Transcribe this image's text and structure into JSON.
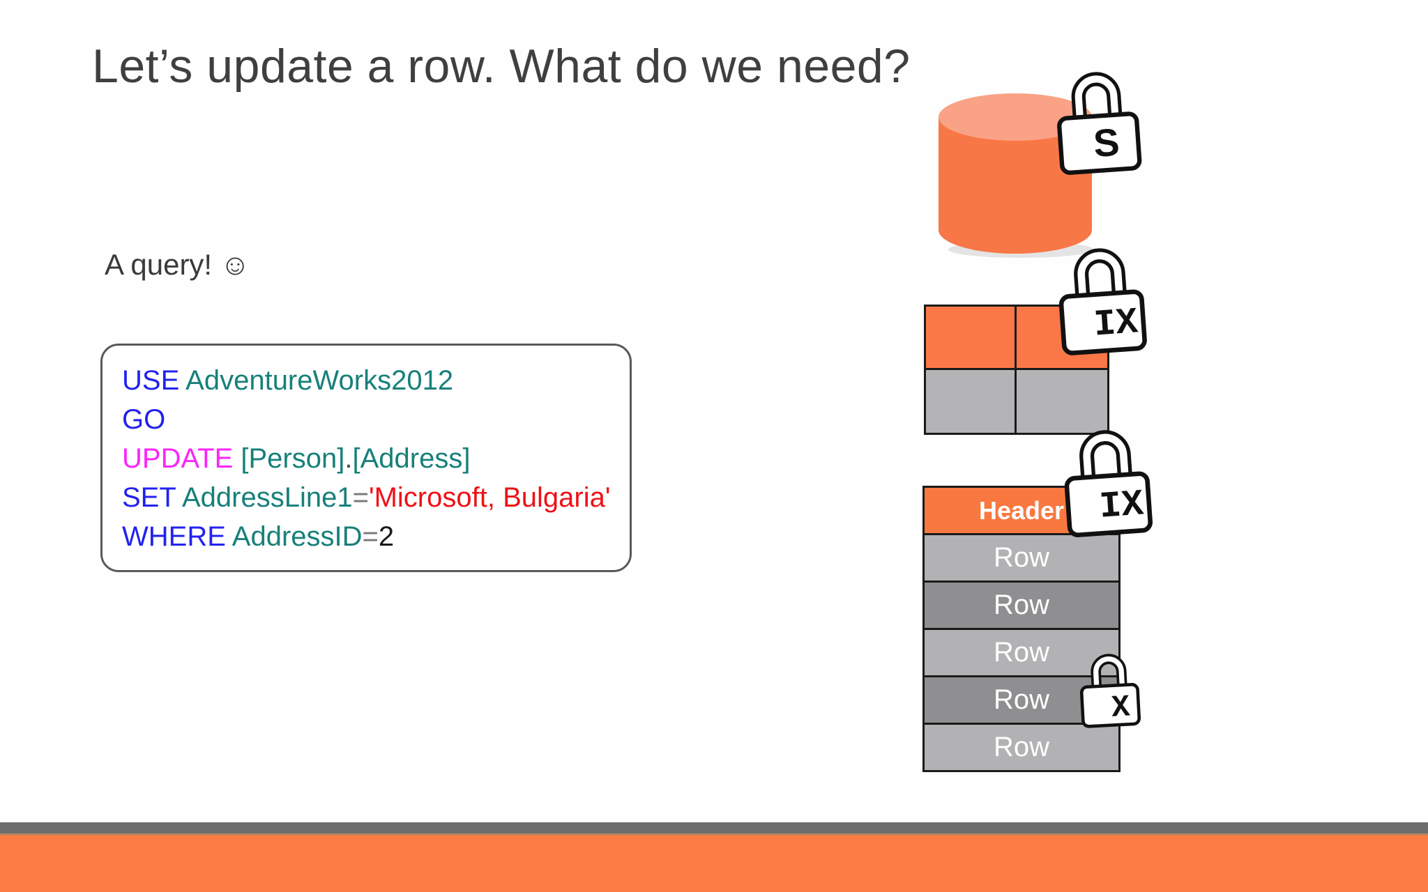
{
  "slide": {
    "title": "Let’s update a row. What do we need?",
    "query_label": "A query! ☺"
  },
  "code": {
    "lines": [
      [
        {
          "text": "USE ",
          "color": "keyword"
        },
        {
          "text": "AdventureWorks2012",
          "color": "identifier"
        }
      ],
      [
        {
          "text": "GO",
          "color": "keyword"
        }
      ],
      [
        {
          "text": "UPDATE ",
          "color": "update"
        },
        {
          "text": "[Person]",
          "color": "identifier"
        },
        {
          "text": ".",
          "color": "plain"
        },
        {
          "text": "[Address]",
          "color": "identifier"
        }
      ],
      [
        {
          "text": "SET ",
          "color": "keyword"
        },
        {
          "text": "AddressLine1",
          "color": "identifier"
        },
        {
          "text": "=",
          "color": "operator"
        },
        {
          "text": "'Microsoft, Bulgaria'",
          "color": "string"
        }
      ],
      [
        {
          "text": "WHERE ",
          "color": "keyword"
        },
        {
          "text": "AddressID",
          "color": "identifier"
        },
        {
          "text": "=",
          "color": "operator"
        },
        {
          "text": "2",
          "color": "number"
        }
      ]
    ],
    "colors": {
      "keyword": "#2222ef",
      "identifier": "#17807a",
      "update": "#fb24fb",
      "string": "#ef1016",
      "operator": "#77777a",
      "number": "#1a1a1a",
      "plain": "#4d4d4d"
    }
  },
  "locks": [
    {
      "label": "S",
      "meaning": "shared-lock-on-database"
    },
    {
      "label": "IX",
      "meaning": "intent-exclusive-lock-on-table"
    },
    {
      "label": "IX",
      "meaning": "intent-exclusive-lock-on-page"
    },
    {
      "label": "X",
      "meaning": "exclusive-lock-on-row"
    }
  ],
  "database_cylinder": {
    "body_color": "#f87746",
    "top_color": "#f9a285"
  },
  "table_grid": {
    "rows": 2,
    "cols": 2,
    "top_row_color": "#fa7847",
    "bottom_row_color": "#b4b4b6"
  },
  "page_table": {
    "header": {
      "label": "Header",
      "color": "#f97840"
    },
    "rows": [
      {
        "label": "Row",
        "shade": "light"
      },
      {
        "label": "Row",
        "shade": "dark"
      },
      {
        "label": "Row",
        "shade": "light"
      },
      {
        "label": "Row",
        "shade": "dark"
      },
      {
        "label": "Row",
        "shade": "light"
      }
    ],
    "shades": {
      "light": "#b2b2b4",
      "dark": "#8f8f91"
    }
  },
  "footer": {
    "gray_bar_color": "#6d6d6d",
    "accent_line_color": "#be835c",
    "orange_bar_color": "#fc7b43"
  }
}
